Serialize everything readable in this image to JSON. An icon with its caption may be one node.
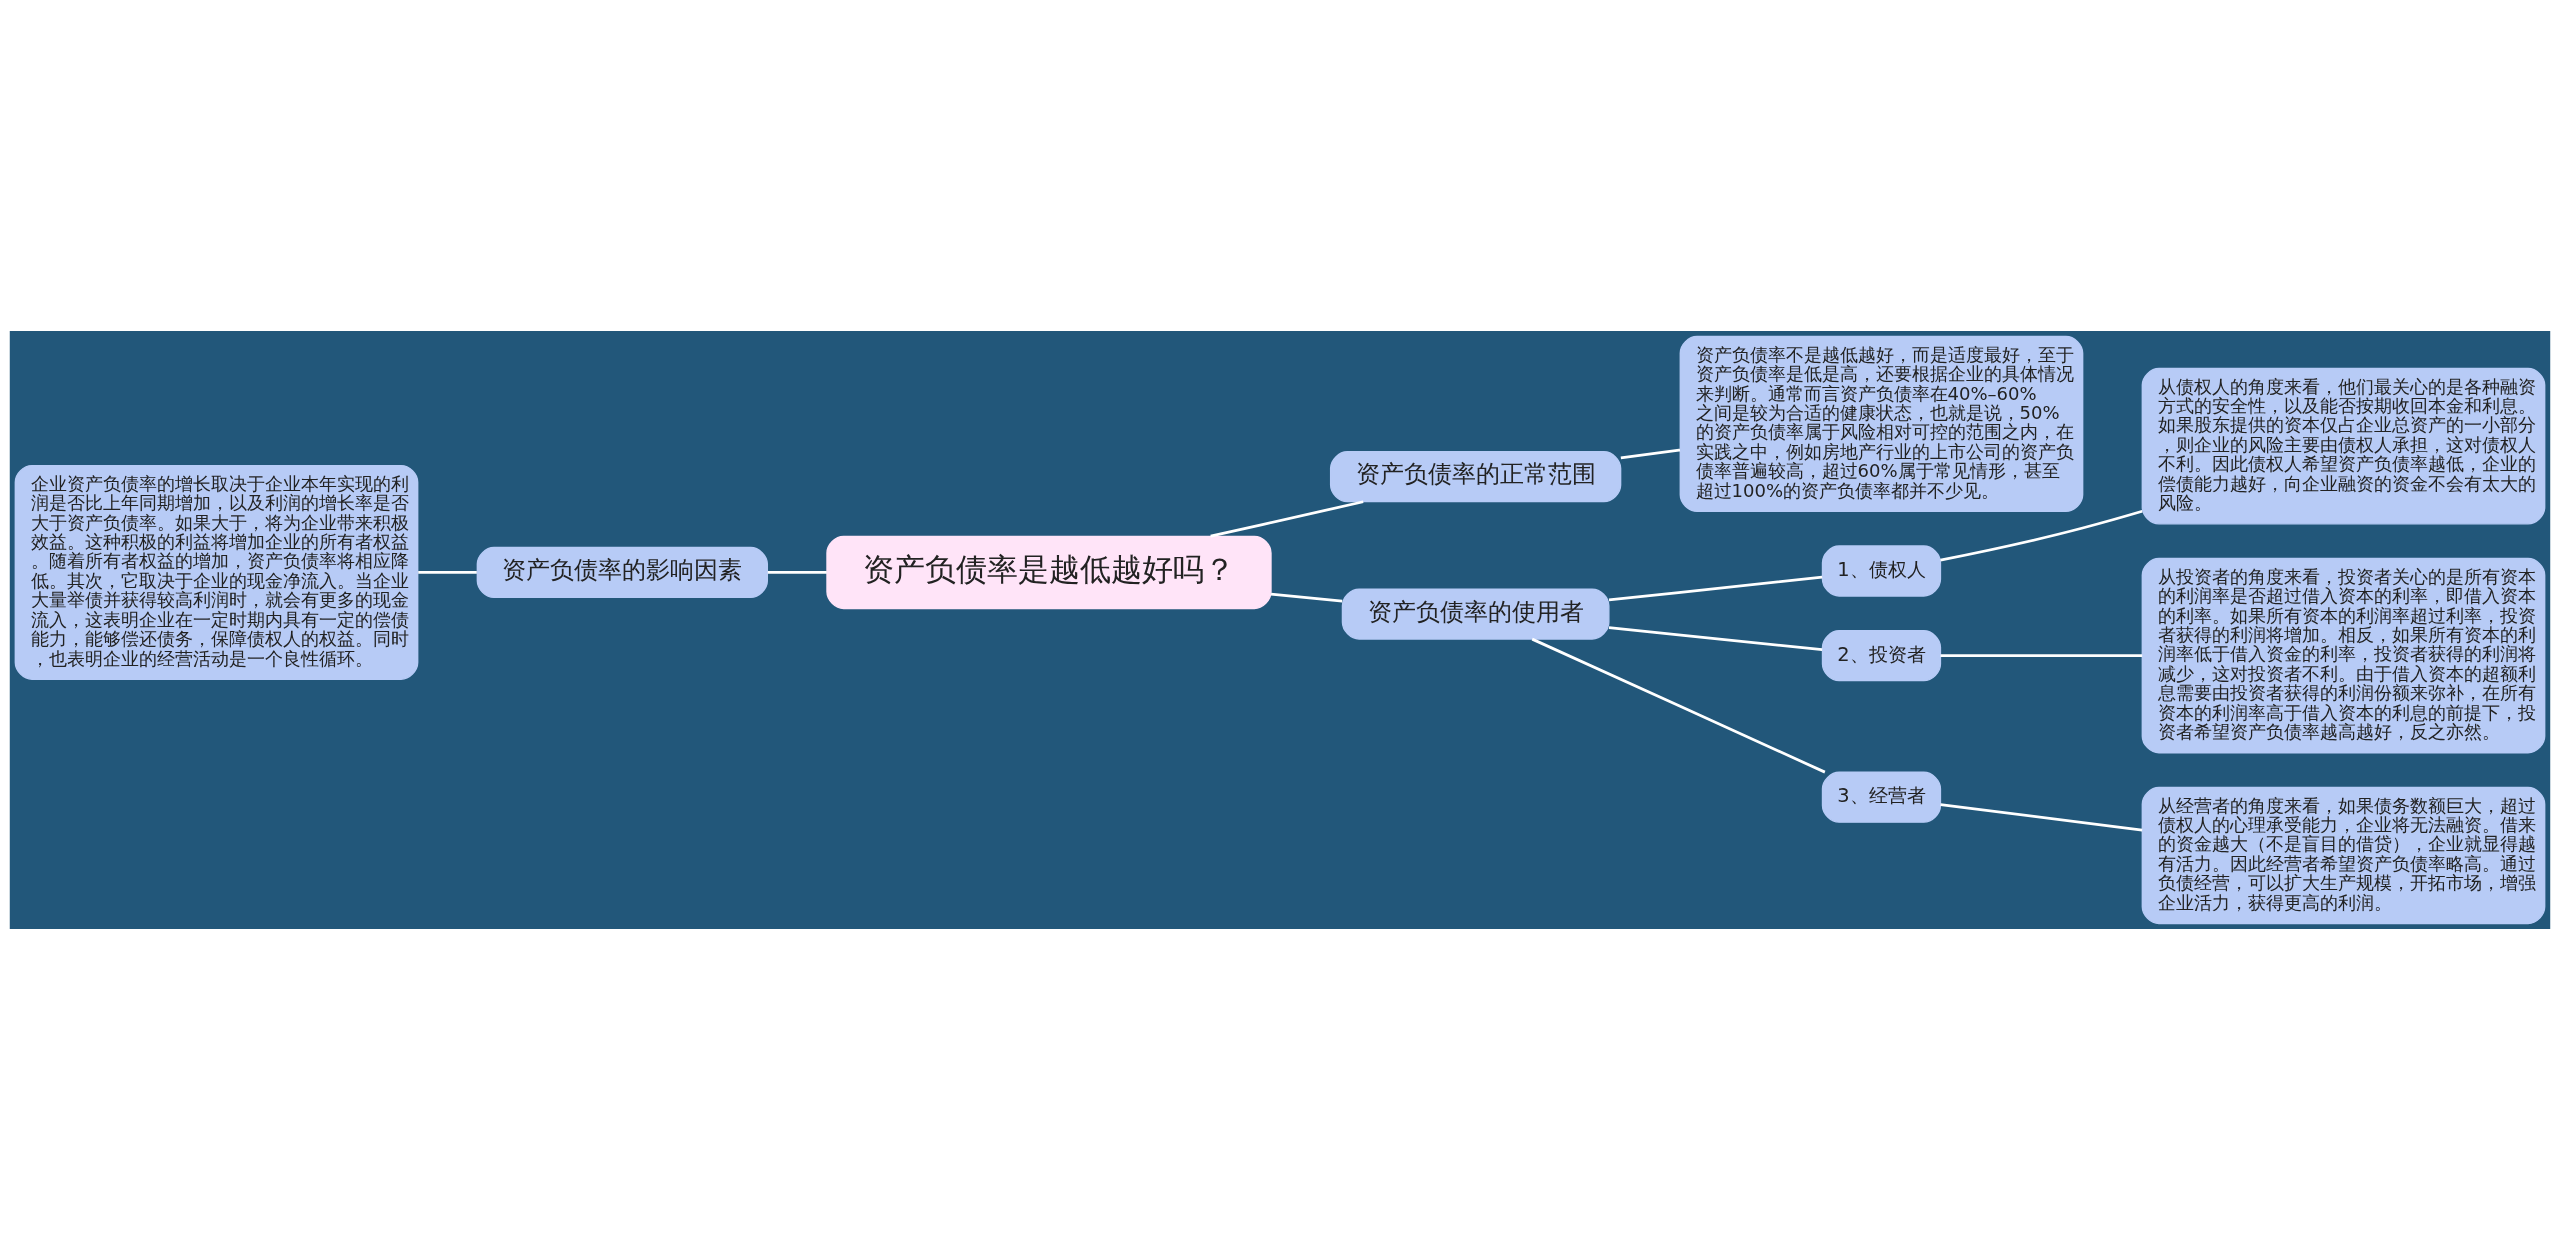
{
  "diagram": {
    "nodes": [
      {
        "text": [
          "资产负债率是越低越好吗？"
        ]
      },
      {
        "text": [
          "资产负债率的正常范围"
        ]
      },
      {
        "text": [
          "资产负债率不是越低越好，而是适度最好，至于资产负债率是低是高，还要根据企业的具体情况来判断。通常而言资产负债率在40%–60%之间是较为合适的健康状态，也就是说，50%的资产负债率属于风险相对可控的范围之内，在实践之中，例如房地产行业的上市公司的资产负债率普遍较高，超过60%属于常见情形，甚至超过100%的资产负债率都并不少见。"
        ]
      },
      {
        "text": [
          "资产负债率的影响因素"
        ]
      },
      {
        "text": [
          "企业资产负债率的增长取决于企业本年实现的利润是否比上年同期增加，以及利润的增长率是否大于资产负债率。如果大于，将为企业带来积极效益。这种积极的利益将增加企业的所有者权益。随着所有者权益的增加，资产负债率将相应降低。其次，它取决于企业的现金净流入。当企业大量举债并获得较高利润时，就会有更多的现金流入，这表明企业在一定时期内具有一定的偿债能力，能够偿还债务，保障债权人的权益。同时，也表明企业的经营活动是一个良性循环。"
        ]
      },
      {
        "text": [
          "资产负债率的使用者"
        ]
      },
      {
        "text": [
          "1、债权人"
        ]
      },
      {
        "text": [
          "从债权人的角度来看，他们最关心的是各种融资方式的安全性，以及能否按期收回本金和利息。如果股东提供的资本仅占企业总资产的一小部分，则企业的风险主要由债权人承担，这对债权人不利。因此债权人希望资产负债率越低，企业的偿债能力越好，向企业融资的资金不会有太大的风险。"
        ]
      },
      {
        "text": [
          "2、投资者"
        ]
      },
      {
        "text": [
          "从投资者的角度来看，投资者关心的是所有资本的利润率是否超过借入资本的利率，即借入资本的利率。如果所有资本的利润率超过利率，投资者获得的利润将增加。相反，如果所有资本的利润率低于借入资金的利率，投资者获得的利润将减少，这对投资者不利。由于借入资本的超额利息需要由投资者获得的利润份额来弥补，在所有资本的利润率高于借入资本的利息的前提下，投资者希望资产负债率越高越好，反之亦然。"
        ]
      },
      {
        "text": [
          "3、经营者"
        ]
      },
      {
        "text": [
          "从经营者的角度来看，如果债务数额巨大，超过债权人的心理承受能力，企业将无法融资。借来的资金越大（不是盲目的借贷），企业就显得越有活力。因此经营者希望资产负债率略高。通过负债经营，可以扩大生产规模，开拓市场，增强企业活力，获得更高的利润。"
        ]
      }
    ],
    "edges": [
      {
        "from": 0,
        "to": 1,
        "arrow": "none"
      },
      {
        "from": 1,
        "to": 2,
        "arrow": "none"
      },
      {
        "from": 0,
        "to": 3,
        "arrow": "none"
      },
      {
        "from": 3,
        "to": 4,
        "arrow": "none"
      },
      {
        "from": 0,
        "to": 5,
        "arrow": "none"
      },
      {
        "from": 5,
        "to": 6,
        "arrow": "none"
      },
      {
        "from": 6,
        "to": 7,
        "arrow": "none"
      },
      {
        "from": 5,
        "to": 8,
        "arrow": "none"
      },
      {
        "from": 8,
        "to": 9,
        "arrow": "none"
      },
      {
        "from": 5,
        "to": 10,
        "arrow": "none"
      },
      {
        "from": 10,
        "to": 11,
        "arrow": "none"
      }
    ]
  }
}
